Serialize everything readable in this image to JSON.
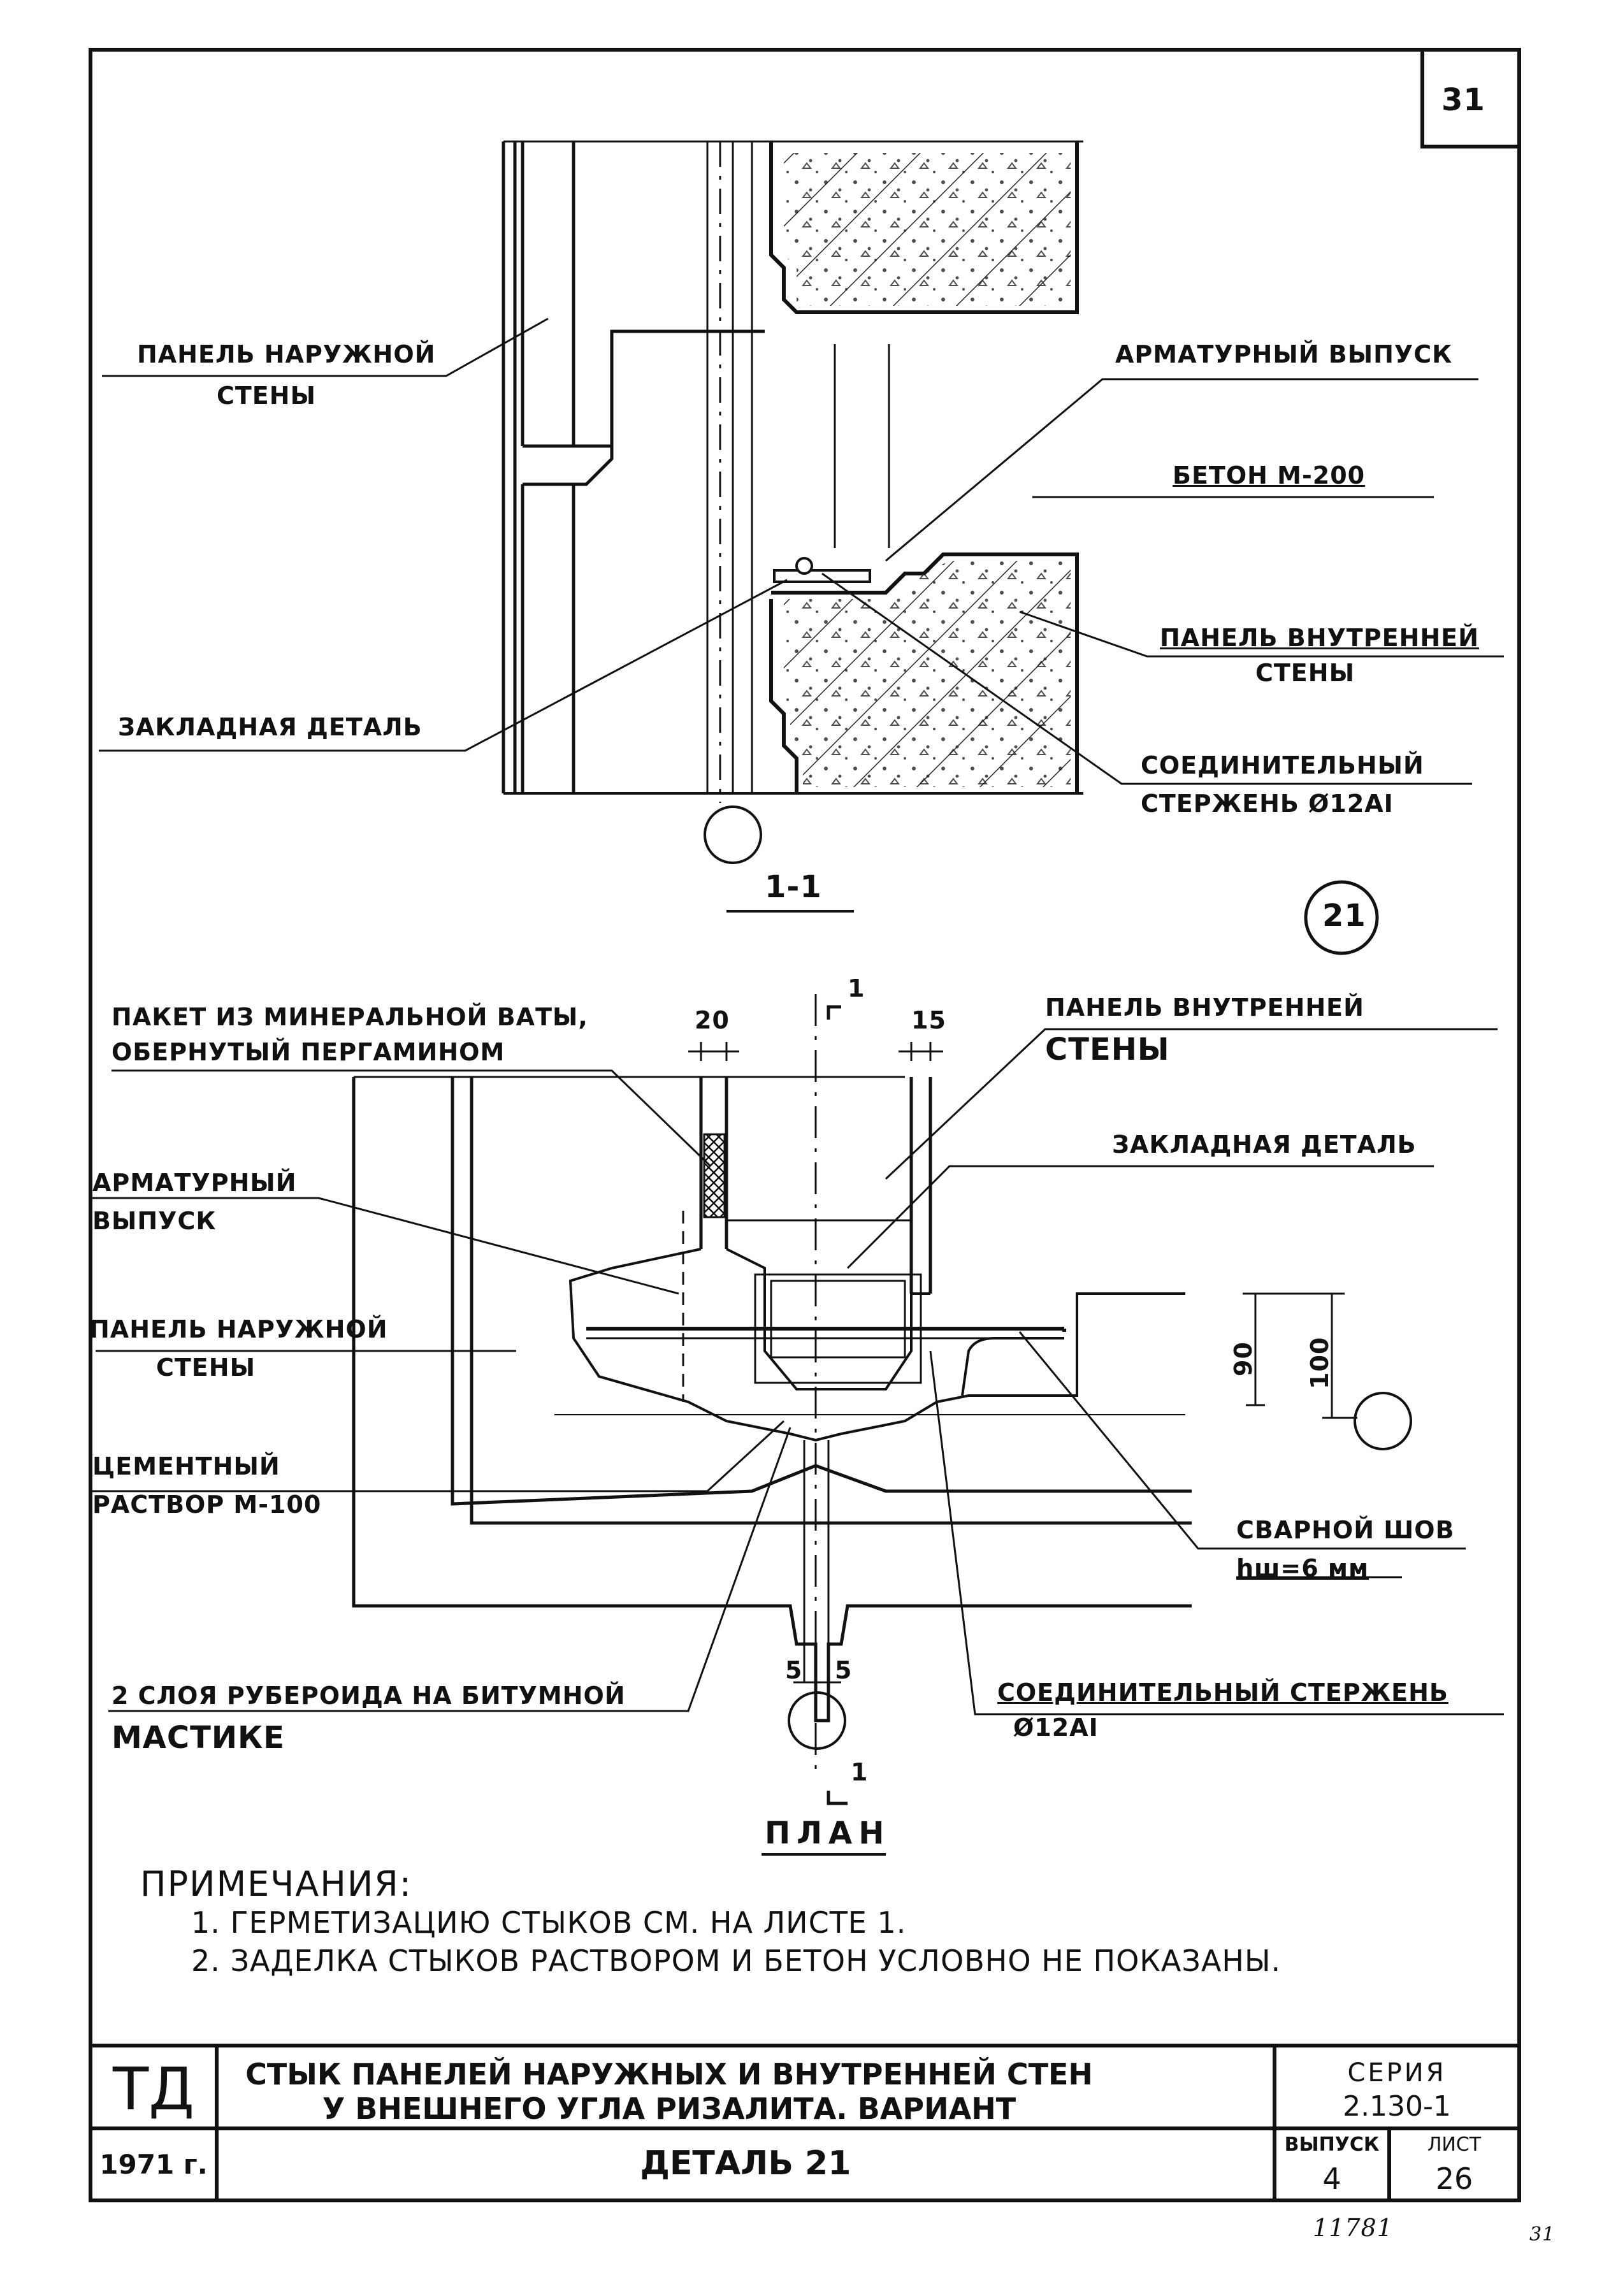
{
  "sheet_number": "31",
  "detail_circle": "21",
  "section_title": "1-1",
  "plan_title": "ПЛАН",
  "section_labels": {
    "outer_panel_l1": "ПАНЕЛЬ НАРУЖНОЙ",
    "outer_panel_l2": "СТЕНЫ",
    "rebar_outlet": "АРМАТУРНЫЙ ВЫПУСК",
    "concrete": "БЕТОН М-200",
    "inner_panel_l1": "ПАНЕЛЬ ВНУТРЕННЕЙ",
    "inner_panel_l2": "СТЕНЫ",
    "embedded_part": "ЗАКЛАДНАЯ ДЕТАЛЬ",
    "rod_l1": "СОЕДИНИТЕЛЬНЫЙ",
    "rod_l2": "СТЕРЖЕНЬ Ø12АI"
  },
  "plan_labels": {
    "wool_l1": "ПАКЕТ ИЗ МИНЕРАЛЬНОЙ ВАТЫ,",
    "wool_l2": "ОБЕРНУТЫЙ ПЕРГАМИНОМ",
    "inner_panel_l1": "ПАНЕЛЬ ВНУТРЕННЕЙ",
    "inner_panel_l2": "СТЕНЫ",
    "embedded_part": "ЗАКЛАДНАЯ ДЕТАЛЬ",
    "rebar_l1": "АРМАТУРНЫЙ",
    "rebar_l2": "ВЫПУСК",
    "outer_panel_l1": "ПАНЕЛЬ НАРУЖНОЙ",
    "outer_panel_l2": "СТЕНЫ",
    "mortar_l1": "ЦЕМЕНТНЫЙ",
    "mortar_l2": "РАСТВОР М-100",
    "weld_l1": "СВАРНОЙ ШОВ",
    "weld_l2": "hш=6 мм",
    "roofing_l1": "2 СЛОЯ РУБЕРОИДА НА БИТУМНОЙ",
    "roofing_l2": "МАСТИКЕ",
    "rod_l1": "СОЕДИНИТЕЛЬНЫЙ СТЕРЖЕНЬ",
    "rod_l2": "Ø12АI"
  },
  "dimensions": {
    "d20": "20",
    "d15": "15",
    "d90": "90",
    "d100": "100",
    "d5a": "5",
    "d5b": "5",
    "cut_top": "1",
    "cut_bottom": "1"
  },
  "notes": {
    "heading": "ПРИМЕЧАНИЯ:",
    "items": [
      "1. ГЕРМЕТИЗАЦИЮ СТЫКОВ СМ. НА ЛИСТЕ 1.",
      "2. ЗАДЕЛКА СТЫКОВ РАСТВОРОМ И БЕТОН УСЛОВНО НЕ ПОКАЗАНЫ."
    ]
  },
  "title_block": {
    "code": "ТД",
    "title_l1": "СТЫК ПАНЕЛЕЙ НАРУЖНЫХ И ВНУТРЕННЕЙ СТЕН",
    "title_l2": "У ВНЕШНЕГО УГЛА РИЗАЛИТА. ВАРИАНТ",
    "series_label": "СЕРИЯ",
    "series_value": "2.130-1",
    "year": "1971 г.",
    "detail": "ДЕТАЛЬ 21",
    "issue_label": "ВЫПУСК",
    "issue_value": "4",
    "sheet_label": "ЛИСТ",
    "sheet_value": "26"
  },
  "footer": {
    "handwritten": "11781",
    "corner": "31"
  },
  "colors": {
    "ink": "#111111",
    "paper": "#ffffff"
  }
}
